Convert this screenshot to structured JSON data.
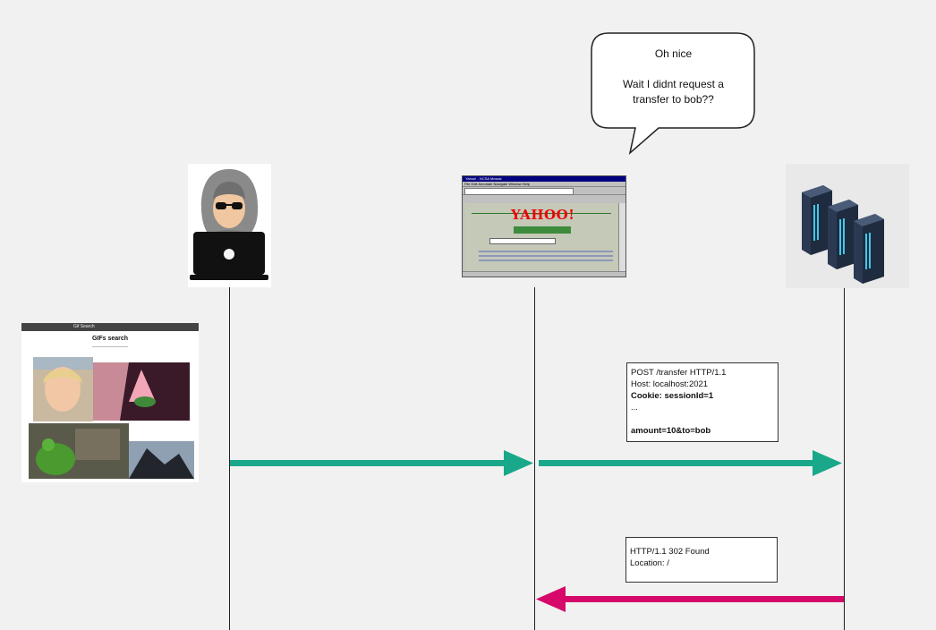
{
  "bubble": {
    "line1": "Oh nice",
    "line2": "",
    "line3": "Wait I didnt request a",
    "line4": "transfer to bob??"
  },
  "gif_page": {
    "title": "GIFs search",
    "tab_label": "Gif Search"
  },
  "yahoo": {
    "window_title": "Yahoo! - NCSA Mosaic",
    "menu": "File  Edit  Annotate  Navigate  Window  Help",
    "logo": "YAHOO!"
  },
  "request": {
    "line1": "POST /transfer HTTP/1.1",
    "line2": "Host: localhost:2021",
    "line3": "Cookie: sessionId=1",
    "line4": "...",
    "line5": "",
    "line6": "amount=10&to=bob"
  },
  "response": {
    "line1": "HTTP/1.1 302 Found",
    "line2": "Location: /"
  },
  "colors": {
    "request_arrow": "#1aa88a",
    "response_arrow": "#d6096a",
    "background": "#f1f1f1"
  }
}
